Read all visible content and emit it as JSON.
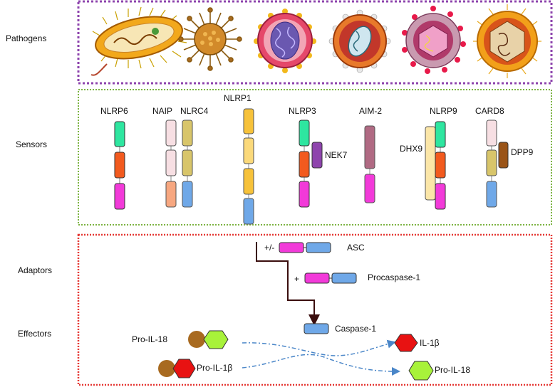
{
  "rows": {
    "pathogens": "Pathogens",
    "sensors": "Sensors",
    "adaptors": "Adaptors",
    "effectors": "Effectors"
  },
  "sensors": {
    "nlrp6": "NLRP6",
    "naip": "NAIP",
    "nlrc4": "NLRC4",
    "nlrp1": "NLRP1",
    "nlrp3": "NLRP3",
    "nek7": "NEK7",
    "aim2": "AIM-2",
    "nlrp9": "NLRP9",
    "dhx9": "DHX9",
    "card8": "CARD8",
    "dpp9": "DPP9"
  },
  "adaptors": {
    "plus_minus": "+/-",
    "asc": "ASC",
    "plus": "+",
    "procaspase": "Procaspase-1"
  },
  "effectors": {
    "caspase": "Caspase-1",
    "pro_il18_in": "Pro-IL-18",
    "pro_il1b_in": "Pro-IL-1β",
    "il1b_out": "IL-1β",
    "pro_il18_out": "Pro-IL-18"
  },
  "colors": {
    "pathogen_border": "#8e44ad",
    "sensor_border": "#7cb342",
    "adaptor_border": "#e53935",
    "green_domain": "#2ee6a0",
    "orange_domain": "#f25a1e",
    "magenta_domain": "#f23ad9",
    "blue_domain": "#6fa8e8",
    "yellow_domain": "#f7c23a",
    "pale_pink_domain": "#f7dfe3",
    "olive_domain": "#d8c56a",
    "mauve_domain": "#b06a83",
    "purple_domain": "#8e44ad",
    "brown_domain": "#9a5418",
    "lime_hex": "#a8f23a",
    "red_hex": "#e81212",
    "brown_circle": "#a86a20",
    "arrow_blue": "#4a86c8",
    "arrow_dark": "#4a1010"
  }
}
